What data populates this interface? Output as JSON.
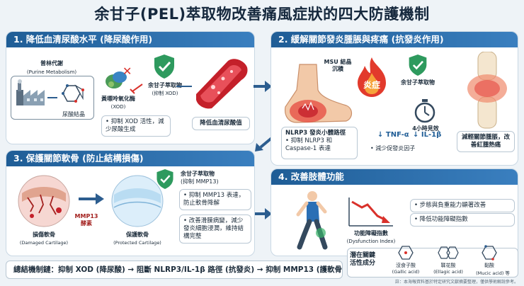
{
  "title": "余甘子(PEL)萃取物改善痛風症狀的四大防護機制",
  "panel1": {
    "heading": "1. 降低血清尿酸水平 (降尿酸作用)",
    "purine_label": "普林代謝",
    "purine_en": "(Purine Metabolism)",
    "uric_crystal": "尿酸結晶",
    "xod_label": "黃嘌呤氧化酶",
    "xod_en": "(XOD)",
    "pel_label": "余甘子萃取物",
    "pel_sub": "(抑制 XOD)",
    "note1": "抑制 XOD 活性，減少尿酸生成",
    "note2": "降低血清尿酸值"
  },
  "panel2": {
    "heading": "2. 緩解關節發炎腫脹與疼痛 (抗發炎作用)",
    "msu": "MSU 結晶沉積",
    "inflame": "炎症",
    "pel_label": "余甘子萃取物",
    "time": "4小時見效",
    "nlrp3_title": "NLRP3 發炎小體路徑",
    "nlrp3_note": "抑制 NLRP3 和 Caspase-1 表達",
    "tnf": "TNF-α",
    "il1": "IL-1β",
    "cytokine_note": "減少促發炎因子",
    "result": "減輕關節腫脹，改善紅腫熱痛"
  },
  "panel3": {
    "heading": "3. 保護關節軟骨 (防止結構損傷)",
    "damaged": "損傷軟骨",
    "damaged_en": "(Damaged Cartilage)",
    "mmp13": "MMP13 酵素",
    "protected": "保護軟骨",
    "protected_en": "(Protected Cartilage)",
    "pel_label": "余甘子萃取物",
    "pel_sub": "(抑制 MMP13)",
    "note1": "抑制 MMP13 表達，防止軟骨降解",
    "note2": "改善滑膜病變，減少發炎細胞浸潤，維持結構完整"
  },
  "panel4": {
    "heading": "4. 改善肢體功能",
    "dys_label": "功能障礙指數",
    "dys_en": "(Dysfunction Index)",
    "bullet1": "步態與負重能力顯著改善",
    "bullet2": "降低功能障礙指數",
    "components_label": "潛在關鍵活性成分",
    "gallic": "沒食子酸",
    "gallic_en": "(Gallic acid)",
    "ellagic": "鞣花酸",
    "ellagic_en": "(Ellagic acid)",
    "mucic": "黏酸",
    "mucic_en": "(Mucic acid) 等"
  },
  "footer": "總結機制鏈：抑制 XOD (降尿酸) → 阻斷 NLRP3/IL-1β 路徑 (抗發炎) → 抑制 MMP13 (護軟骨)",
  "credit": "註：本海報資料基於特定研究文獻摘要整理，僅供學術解說參考。",
  "colors": {
    "primary": "#1f5d96",
    "inflame": "#d9312b",
    "shield": "#2e9a5e",
    "card": "#ffffff"
  }
}
